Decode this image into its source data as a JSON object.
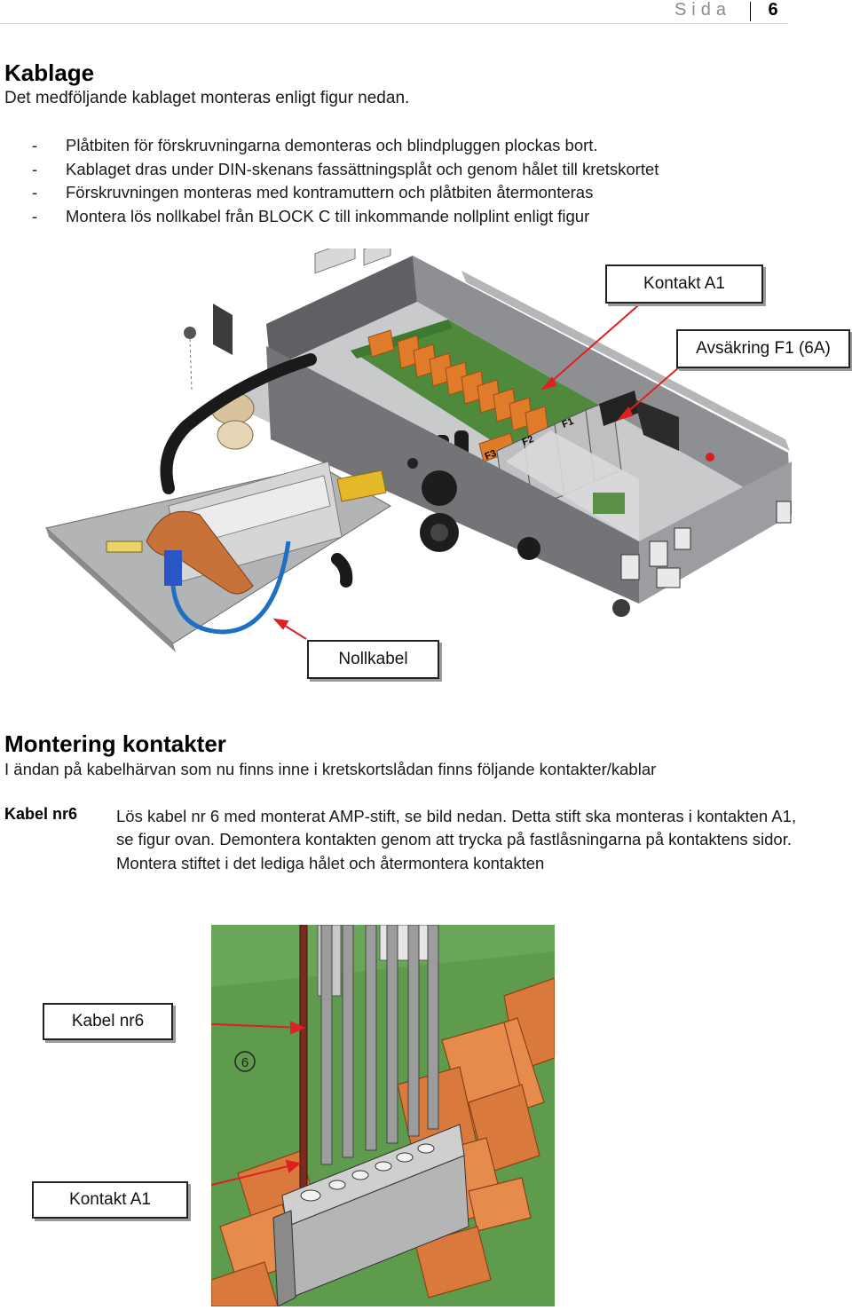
{
  "header": {
    "label": "Sida",
    "page_number": "6"
  },
  "section1": {
    "title": "Kablage",
    "intro": "Det medföljande kablaget monteras enligt figur nedan.",
    "bullets": [
      "Plåtbiten för förskruvningarna demonteras och blindpluggen plockas bort.",
      "Kablaget dras under DIN-skenans fassättningsplåt och genom hålet till kretskortet",
      "Förskruvningen monteras med kontramuttern och plåtbiten återmonteras",
      "Montera lös nollkabel från BLOCK C till inkommande nollplint enligt figur"
    ],
    "bullet_marker": "-"
  },
  "figure1": {
    "callouts": {
      "kontakt": "Kontakt  A1",
      "avsakring": "Avsäkring F1 (6A)",
      "nollkabel": "Nollkabel"
    },
    "board_labels": {
      "f1": "F1",
      "f2": "F2",
      "f3": "F3"
    }
  },
  "section2": {
    "title": "Montering kontakter",
    "intro": "I ändan på kabelhärvan som nu finns inne i kretskortslådan finns följande kontakter/kablar",
    "kabel_label": "Kabel nr6",
    "kabel_text": "Lös kabel nr 6 med monterat AMP-stift, se bild nedan. Detta stift ska monteras i kontakten A1, se figur ovan. Demontera kontakten genom att trycka på fastlåsningarna på kontaktens sidor. Montera stiftet i det lediga hålet och återmontera kontakten"
  },
  "figure2": {
    "callouts": {
      "kabel": "Kabel nr6",
      "kontakt": "Kontakt  A1"
    },
    "marker": "6"
  },
  "colors": {
    "arrow": "#e02020",
    "pcb": "#4f8a3c",
    "relay": "#e07b2a",
    "enclosure": "#6e6e70",
    "neutral_cable": "#1f6fc4",
    "bracket": "#c8723a",
    "pcb_dark": "#3d7a31"
  }
}
